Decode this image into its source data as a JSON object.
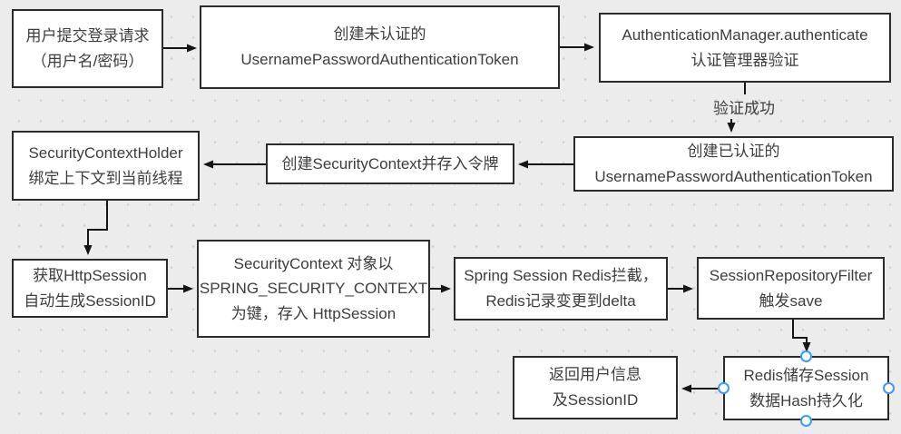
{
  "diagram": {
    "nodes": [
      {
        "id": "user-login-request",
        "lines": [
          "用户提交登录请求",
          "（用户名/密码）"
        ]
      },
      {
        "id": "create-unauth-token",
        "lines": [
          "创建未认证的",
          "UsernamePasswordAuthenticationToken"
        ]
      },
      {
        "id": "authentication-manager",
        "lines": [
          "AuthenticationManager.authenticate",
          "认证管理器验证"
        ]
      },
      {
        "id": "create-auth-token",
        "lines": [
          "创建已认证的",
          "UsernamePasswordAuthenticationToken"
        ]
      },
      {
        "id": "create-security-context",
        "lines": [
          "创建SecurityContext并存入令牌"
        ]
      },
      {
        "id": "security-context-holder",
        "lines": [
          "SecurityContextHolder",
          "绑定上下文到当前线程"
        ]
      },
      {
        "id": "get-http-session",
        "lines": [
          "获取HttpSession",
          "自动生成SessionID"
        ]
      },
      {
        "id": "store-in-http-session",
        "lines": [
          "SecurityContext 对象以",
          "SPRING_SECURITY_CONTEXT",
          "为键，存入 HttpSession"
        ]
      },
      {
        "id": "spring-session-redis",
        "lines": [
          "Spring Session Redis拦截，",
          "Redis记录变更到delta"
        ]
      },
      {
        "id": "session-repository-filter",
        "lines": [
          "SessionRepositoryFilter",
          "触发save"
        ]
      },
      {
        "id": "redis-store-session",
        "lines": [
          "Redis储存Session",
          "数据Hash持久化"
        ]
      },
      {
        "id": "return-user-info",
        "lines": [
          "返回用户信息",
          "及SessionID"
        ]
      }
    ],
    "edge_labels": {
      "auth_success": "验证成功"
    },
    "colors": {
      "canvas_bg": "#ececec",
      "grid_dot": "#cfcfcf",
      "node_fill": "#ffffff",
      "node_border": "#2b2b2b",
      "text": "#3d3d3d",
      "arrow": "#151515",
      "connection_point": "#3b99ff"
    }
  }
}
